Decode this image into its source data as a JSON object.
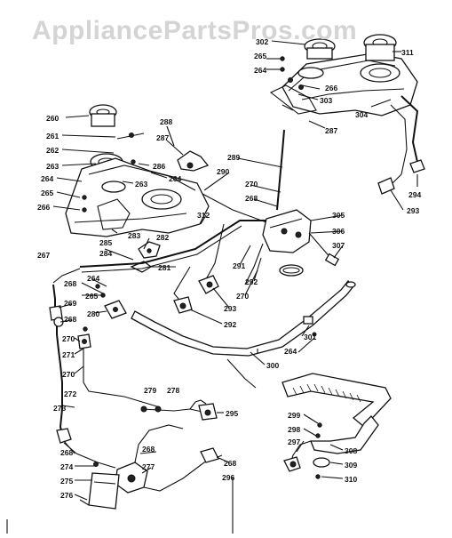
{
  "watermark": "AppliancePartsPros.com",
  "part_labels": [
    {
      "id": "l302",
      "text": "302"
    },
    {
      "id": "l311",
      "text": "311"
    },
    {
      "id": "l265a",
      "text": "265"
    },
    {
      "id": "l264a",
      "text": "264"
    },
    {
      "id": "l266",
      "text": "266"
    },
    {
      "id": "l303",
      "text": "303"
    },
    {
      "id": "l304",
      "text": "304"
    },
    {
      "id": "l287a",
      "text": "287"
    },
    {
      "id": "l260",
      "text": "260"
    },
    {
      "id": "l261",
      "text": "261"
    },
    {
      "id": "l262",
      "text": "262"
    },
    {
      "id": "l263a",
      "text": "263"
    },
    {
      "id": "l264b",
      "text": "264"
    },
    {
      "id": "l265b",
      "text": "265"
    },
    {
      "id": "l266b",
      "text": "266"
    },
    {
      "id": "l288",
      "text": "288"
    },
    {
      "id": "l287b",
      "text": "287"
    },
    {
      "id": "l286",
      "text": "286"
    },
    {
      "id": "l264c",
      "text": "264"
    },
    {
      "id": "l263b",
      "text": "263"
    },
    {
      "id": "l289",
      "text": "289"
    },
    {
      "id": "l290",
      "text": "290"
    },
    {
      "id": "l270a",
      "text": "270"
    },
    {
      "id": "l268a",
      "text": "268"
    },
    {
      "id": "l305",
      "text": "305"
    },
    {
      "id": "l306",
      "text": "306"
    },
    {
      "id": "l307",
      "text": "307"
    },
    {
      "id": "l294",
      "text": "294"
    },
    {
      "id": "l293a",
      "text": "293"
    },
    {
      "id": "l312",
      "text": "312"
    },
    {
      "id": "l282",
      "text": "282"
    },
    {
      "id": "l283",
      "text": "283"
    },
    {
      "id": "l285",
      "text": "285"
    },
    {
      "id": "l284",
      "text": "284"
    },
    {
      "id": "l267",
      "text": "267"
    },
    {
      "id": "l281",
      "text": "281"
    },
    {
      "id": "l291",
      "text": "291"
    },
    {
      "id": "l292a",
      "text": "292"
    },
    {
      "id": "l270b",
      "text": "270"
    },
    {
      "id": "l293b",
      "text": "293"
    },
    {
      "id": "l292b",
      "text": "292"
    },
    {
      "id": "l264d",
      "text": "264"
    },
    {
      "id": "l268b",
      "text": "268"
    },
    {
      "id": "l265c",
      "text": "265"
    },
    {
      "id": "l269",
      "text": "269"
    },
    {
      "id": "l280",
      "text": "280"
    },
    {
      "id": "l268c",
      "text": "268"
    },
    {
      "id": "l270c",
      "text": "270"
    },
    {
      "id": "l271",
      "text": "271"
    },
    {
      "id": "l270d",
      "text": "270"
    },
    {
      "id": "l301",
      "text": "301"
    },
    {
      "id": "l264e",
      "text": "264"
    },
    {
      "id": "l300",
      "text": "300"
    },
    {
      "id": "l272",
      "text": "272"
    },
    {
      "id": "l279",
      "text": "279"
    },
    {
      "id": "l278",
      "text": "278"
    },
    {
      "id": "l273",
      "text": "273"
    },
    {
      "id": "l295",
      "text": "295"
    },
    {
      "id": "l299",
      "text": "299"
    },
    {
      "id": "l298",
      "text": "298"
    },
    {
      "id": "l297",
      "text": "297"
    },
    {
      "id": "l308",
      "text": "308"
    },
    {
      "id": "l268d",
      "text": "268"
    },
    {
      "id": "l268e",
      "text": "268"
    },
    {
      "id": "l268f",
      "text": "268"
    },
    {
      "id": "l277",
      "text": "277"
    },
    {
      "id": "l274",
      "text": "274"
    },
    {
      "id": "l275",
      "text": "275"
    },
    {
      "id": "l276",
      "text": "276"
    },
    {
      "id": "l296",
      "text": "296"
    },
    {
      "id": "l309",
      "text": "309"
    },
    {
      "id": "l310",
      "text": "310"
    }
  ]
}
